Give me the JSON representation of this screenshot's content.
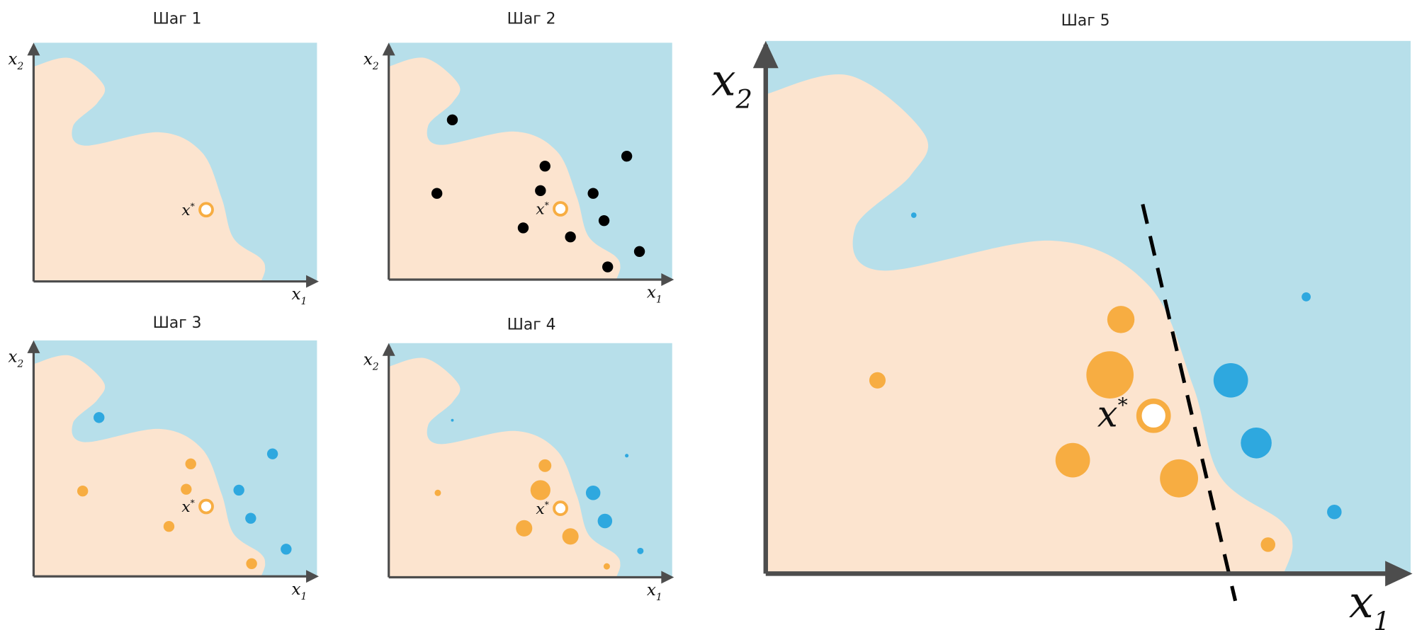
{
  "panels": [
    {
      "title": "Шаг 1"
    },
    {
      "title": "Шаг 2"
    },
    {
      "title": "Шаг 3"
    },
    {
      "title": "Шаг 4"
    },
    {
      "title": "Шаг 5"
    }
  ],
  "labels": {
    "x1": "x",
    "x1_sub": "1",
    "x2": "x",
    "x2_sub": "2",
    "xstar": "x",
    "xstar_sup": "*"
  },
  "colors": {
    "background_region": "#b7dfea",
    "class_region": "#fce4cf",
    "orange_point": "#f7ad42",
    "blue_point": "#2ea8df",
    "black_point": "#000000",
    "axis": "#4d4d4d"
  }
}
